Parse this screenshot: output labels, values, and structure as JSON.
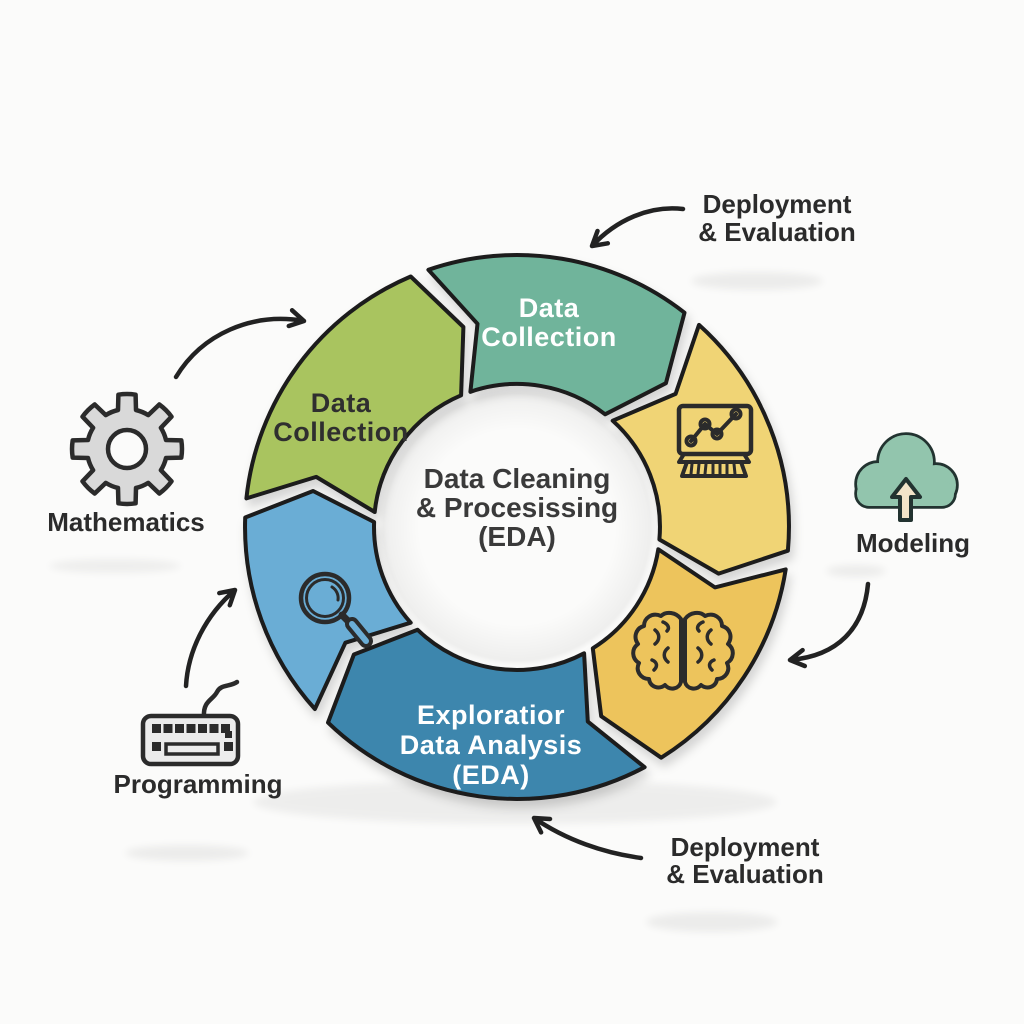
{
  "center_circle": {
    "lines": [
      "Data Cleaning",
      "& Procesissing",
      "(EDA)"
    ],
    "text_color": "#3a3a3a"
  },
  "ring": {
    "flow": "clockwise",
    "segments": [
      {
        "name": "data-collection-top",
        "color": "#70b49b",
        "label_lines": [
          "Data",
          "Collection"
        ],
        "label_color": "#ffffff"
      },
      {
        "name": "presentation-chart",
        "color": "#f0d475",
        "icon": "chart-board-icon"
      },
      {
        "name": "brain",
        "color": "#edc45c",
        "icon": "brain-icon"
      },
      {
        "name": "exploratory-data-analysis",
        "color": "#3e86ad",
        "label_lines": [
          "Exploratior",
          "Data Analysis",
          "(EDA)"
        ],
        "label_color": "#ffffff"
      },
      {
        "name": "search",
        "color": "#6badd5",
        "icon": "magnifier-icon"
      },
      {
        "name": "data-collection-left",
        "color": "#a9c45f",
        "label_lines": [
          "Data",
          "Collection"
        ],
        "label_color": "#2f2f2f"
      }
    ]
  },
  "callouts": [
    {
      "name": "deployment-evaluation-top",
      "lines": [
        "Deployment",
        "& Evaluation"
      ]
    },
    {
      "name": "modeling",
      "label": "Modeling",
      "icon": "cloud-upload-icon"
    },
    {
      "name": "deployment-evaluation-bottom",
      "lines": [
        "Deployment",
        "& Evaluation"
      ]
    },
    {
      "name": "mathematics",
      "label": "Mathematics",
      "icon": "gear-icon"
    },
    {
      "name": "programming",
      "label": "Programming",
      "icon": "keyboard-icon"
    }
  ],
  "colors": {
    "background": "#fbfbfa",
    "segment_outline": "#1b1b1b",
    "arrow": "#222222",
    "callout_text": "#2b2b2b",
    "gear_fill": "#d9d9d9",
    "keyboard_fill": "#ececec",
    "cloud_fill": "#92c5ad",
    "cloud_arrow_fill": "#f2e4c8"
  }
}
